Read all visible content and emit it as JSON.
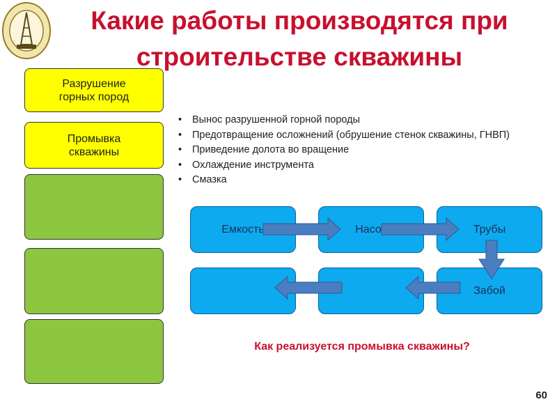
{
  "title": {
    "line1": "Какие работы производятся при",
    "line2": "строительстве скважины"
  },
  "left_blocks": [
    {
      "line1": "Разрушение",
      "line2": "горных пород"
    },
    {
      "line1": "Промывка",
      "line2": "скважины"
    },
    {
      "line1": "",
      "line2": ""
    },
    {
      "line1": "",
      "line2": ""
    },
    {
      "line1": "",
      "line2": ""
    }
  ],
  "bullets": [
    "Вынос разрушенной горной породы",
    "Предотвращение осложнений (обрушение стенок скважины, ГНВП)",
    "Приведение долота во вращение",
    "Охлаждение инструмента",
    "Смазка"
  ],
  "flow": {
    "top": [
      "Емкость",
      "Насос",
      "Трубы"
    ],
    "bottom": [
      "",
      "",
      "Забой"
    ]
  },
  "question": "Как реализуется промывка скважины?",
  "page_number": "60",
  "colors": {
    "title": "#c8102e",
    "yellow_block": "#ffff00",
    "green_block": "#8dc641",
    "flow_box": "#0eaaf0",
    "arrow": "#4a7ec0"
  },
  "logo_icon": "oil-rig-emblem-icon"
}
